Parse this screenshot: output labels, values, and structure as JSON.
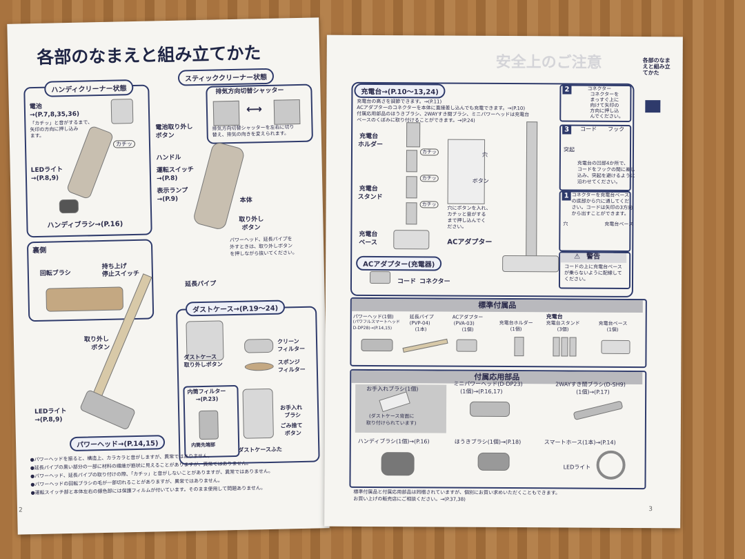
{
  "left_page": {
    "title": "各部のなまえと組み立てかた",
    "page_number": "2",
    "handy_label": "ハンディクリーナー状態",
    "stick_label": "スティッククリーナー状態",
    "battery": "電池",
    "battery_ref": "→(P.7,8,35,36)",
    "battery_note_1": "「カチッ」と音がするまで、",
    "battery_note_2": "矢印の方向に押し込み",
    "battery_note_3": "ます。",
    "kachi": "カチッ",
    "led_light": "LEDライト",
    "led_ref": "→(P.8,9)",
    "handy_brush": "ハンディブラシ→(P.16)",
    "underside": "裏側",
    "rotating_brush": "回転ブラシ",
    "lift_stop_1": "持ち上げ",
    "lift_stop_2": "停止スイッチ",
    "release_1": "取り外し",
    "release_2": "ボタン",
    "led_light_2": "LEDライト",
    "led_ref_2": "→(P.8,9)",
    "power_head": "パワーヘッド→(P.14,15)",
    "shutter_title": "排気方向切替シャッター",
    "shutter_note_1": "排気方向切替シャッターを左右に切り",
    "shutter_note_2": "替え、排気の向きを変えられます。",
    "battery_release_1": "電池取り外し",
    "battery_release_2": "ボタン",
    "handle": "ハンドル",
    "run_switch": "運転スイッチ",
    "run_ref": "→(P.8)",
    "indicator": "表示ランプ",
    "indicator_ref": "→(P.9)",
    "body": "本体",
    "release_3": "取り外し",
    "release_4": "ボタン",
    "pipe_note_1": "パワーヘッド、延長パイプを",
    "pipe_note_2": "外すときは、取り外しボタン",
    "pipe_note_3": "を押しながら抜いてください。",
    "ext_pipe": "延長パイプ",
    "dust_case": "ダストケース→(P.19〜24)",
    "dust_release_1": "ダストケース",
    "dust_release_2": "取り外しボタン",
    "clean_filter_1": "クリーン",
    "clean_filter_2": "フィルター",
    "sponge_filter_1": "スポンジ",
    "sponge_filter_2": "フィルター",
    "inner_filter_1": "内筒フィルター",
    "inner_filter_2": "→(P.23)",
    "inner_tip": "内筒先端部",
    "care_brush_1": "お手入れ",
    "care_brush_2": "ブラシ",
    "dust_lid_1": "ごみ捨て",
    "dust_lid_2": "ボタン",
    "dust_cover": "ダストケースふた",
    "notes": [
      "●パワーヘッドを振ると、構造上、カラカラと音がしますが、異常ではありません。",
      "●延長パイプの黒い部分の一部に材料の繊維が筋状に見えることがありますが、異常ではありません。",
      "●パワーヘッド、延長パイプの取り付けの際、「カチッ」と音がしないことがありますが、異常ではありません。",
      "●パワーヘッドの回転ブラシの毛が一部切れることがありますが、異常ではありません。",
      "●運転スイッチ部と本体左右の銀色部には保護フィルムが付いています。そのまま使用して問題ありません。"
    ]
  },
  "right_page": {
    "title": "安全上のご注意",
    "side_tab": "各部のなまえと組み立てかた",
    "page_number": "3",
    "charger": "充電台→(P.10〜13,24)",
    "charger_note_1": "充電台の高さを調節できます。→(P.11)",
    "charger_note_2": "ACアダプターのコネクターを本体に直接差し込んでも充電できます。→(P.10)",
    "charger_note_3": "付属応用部品のほうきブラシ、2WAYすき間ブラシ、ミニパワーヘッドは充電台",
    "charger_note_4": "ベースのくぼみに取り付けることができます。→(P.24)",
    "holder_1": "充電台",
    "holder_2": "ホルダー",
    "stand_1": "充電台",
    "stand_2": "スタンド",
    "base_1": "充電台",
    "base_2": "ベース",
    "kachi": "カチッ",
    "hole": "穴",
    "button": "ボタン",
    "hole_note_1": "穴にボタンを入れ、",
    "hole_note_2": "カチッと音がする",
    "hole_note_3": "まで押し込んでく",
    "hole_note_4": "ださい。",
    "ac_adapter": "ACアダプター",
    "ac_adapter_charger": "ACアダプター(充電器)",
    "cord": "コード",
    "connector": "コネクター",
    "step2_1": "コネクター",
    "step2_2": "コネクターを",
    "step2_3": "まっすぐ上に",
    "step2_4": "向けて矢印の",
    "step2_5": "方向に押し込",
    "step2_6": "んでください。",
    "step3_cord": "コード",
    "step3_hook": "フック",
    "step3_protrusion": "突起",
    "step3_1": "充電台の凹部4か所で、",
    "step3_2": "コードをフックの間に差し",
    "step3_3": "込み、突起を避けるように",
    "step3_4": "沿わせてください。",
    "step1_1": "コネクターを充電台ベース",
    "step1_2": "の底部から穴に通してくだ",
    "step1_3": "さい。コードは矢印の3方向",
    "step1_4": "から出すことができます。",
    "step1_hole": "穴",
    "step1_base": "充電台ベース",
    "warning": "警告",
    "warning_1": "コードの上に充電台ベース",
    "warning_2": "が乗らないように配線して",
    "warning_3": "ください。",
    "std_title": "標準付属品",
    "std_items": [
      {
        "l1": "パワーヘッド(1個)",
        "l2": "(パワフルスマートヘッド",
        "l3": "D-DP28)→(P.14,15)"
      },
      {
        "l1": "延長パイプ",
        "l2": "(PVP-04)",
        "l3": "(1本)"
      },
      {
        "l1": "ACアダプター",
        "l2": "(PVA-03)",
        "l3": "(1個)"
      },
      {
        "l1": "充電台ホルダー",
        "l2": "(1個)",
        "l3": ""
      },
      {
        "l1": "充電台スタンド",
        "l2": "(3個)",
        "l3": ""
      },
      {
        "l1": "充電台ベース",
        "l2": "(1個)",
        "l3": ""
      }
    ],
    "charger_group": "充電台",
    "opt_title": "付属応用部品",
    "opt_items": [
      {
        "l1": "お手入れブラシ(1個)",
        "l2": ""
      },
      {
        "l1": "ミニパワーヘッド(D-DP23)",
        "l2": "(1個)→(P.16,17)"
      },
      {
        "l1": "2WAYすき間ブラシ(D-SH9)",
        "l2": "(1個)→(P.17)"
      },
      {
        "l1": "ハンディブラシ(1個)→(P.16)",
        "l2": ""
      },
      {
        "l1": "ほうきブラシ(1個)→(P.18)",
        "l2": ""
      },
      {
        "l1": "スマートホース(1本)→(P.14)",
        "l2": ""
      }
    ],
    "care_note_1": "(ダストケース背面に",
    "care_note_2": "取り付けられています)",
    "led_light": "LEDライト",
    "footer_1": "標準付属品と付属応用部品は同梱されていますが、個別にお買い求めいただくこともできます。",
    "footer_2": "お買い上げの販売店にご相談ください。→(P.37,38)"
  },
  "colors": {
    "navy": "#2e3a6b",
    "paper": "#f6f5f1",
    "wood": "#b07a43",
    "header_gray": "#b9b9bd"
  }
}
